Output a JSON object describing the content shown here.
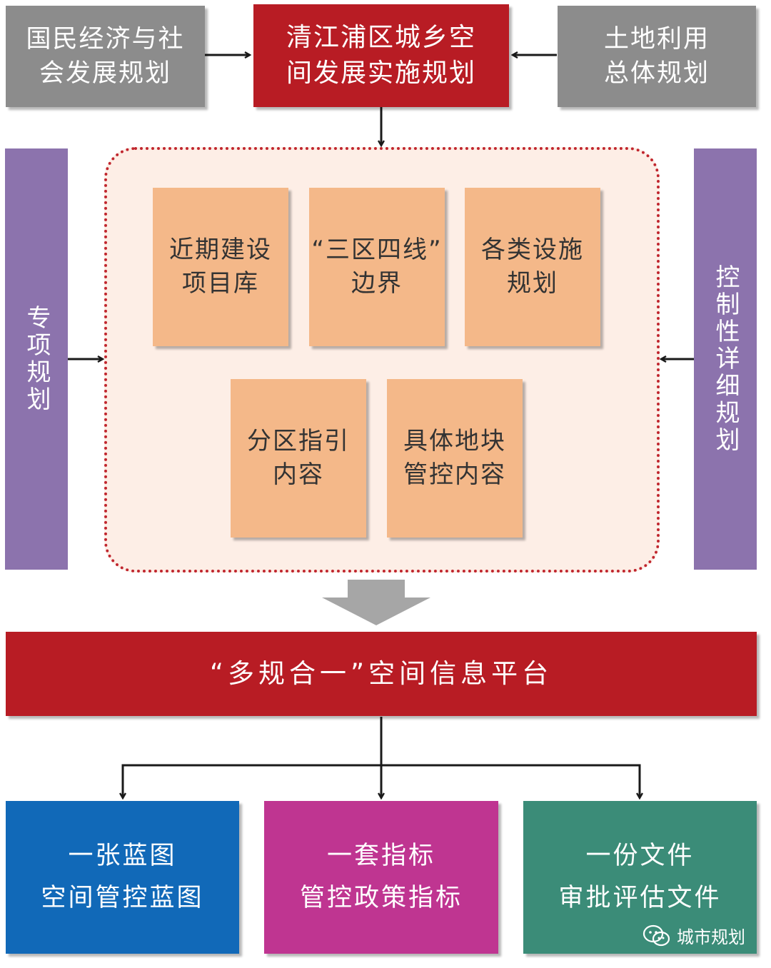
{
  "top": {
    "left": [
      "国民经济与社",
      "会发展规划"
    ],
    "center": [
      "清江浦区城乡空",
      "间发展实施规划"
    ],
    "right": [
      "土地利用",
      "总体规划"
    ]
  },
  "side": {
    "left": "专项规划",
    "right": "控制性详细规划"
  },
  "modules": [
    [
      "近期建设",
      "项目库"
    ],
    [
      "“三区四线”",
      "边界"
    ],
    [
      "各类设施",
      "规划"
    ],
    [
      "分区指引",
      "内容"
    ],
    [
      "具体地块",
      "管控内容"
    ]
  ],
  "platform": "“多规合一”空间信息平台",
  "outputs": [
    {
      "line1": "一张蓝图",
      "line2": "空间管控蓝图",
      "color": "#1169b8"
    },
    {
      "line1": "一套指标",
      "line2": "管控政策指标",
      "color": "#bf3591"
    },
    {
      "line1": "一份文件",
      "line2": "审批评估文件",
      "color": "#3b8c78"
    }
  ],
  "watermark": "城市规划",
  "colors": {
    "gray": "#8c8c8c",
    "red": "#b81c24",
    "purple": "#8c73ad",
    "orange": "#f4b889",
    "arrow_gray": "#a6a6a6"
  }
}
